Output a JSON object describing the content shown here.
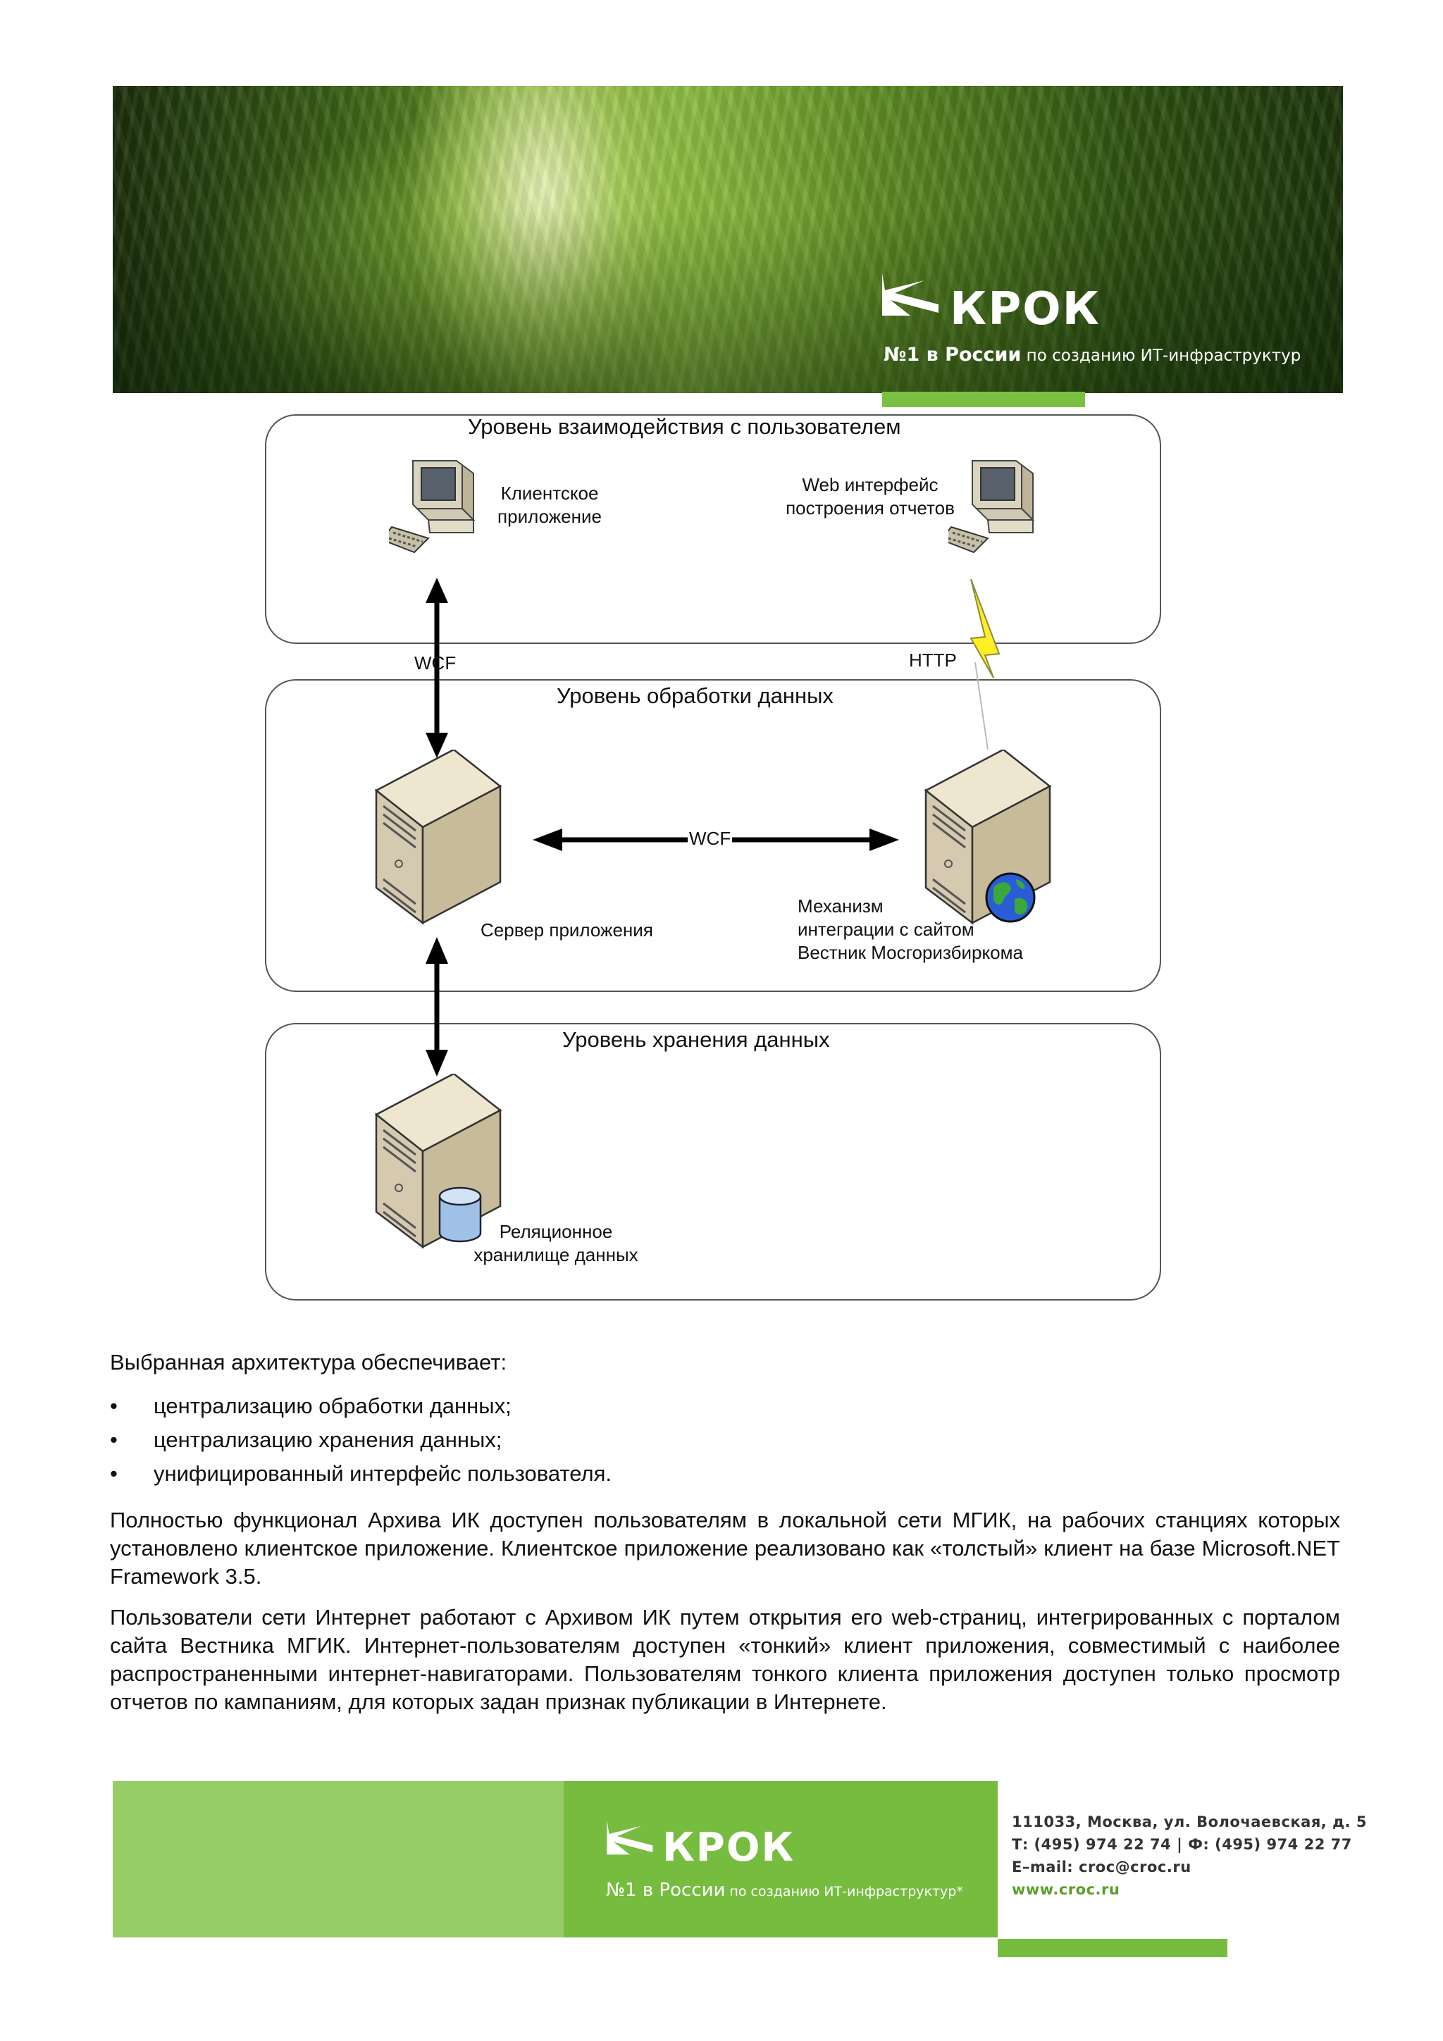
{
  "header": {
    "brand": "КРОК",
    "tagline_bold": "№1 в России",
    "tagline_rest": " по созданию ИТ-инфраструктур"
  },
  "diagram": {
    "tier_user": {
      "title": "Уровень взаимодействия с пользователем",
      "client_app": [
        "Клиентское",
        "приложение"
      ],
      "web_ui": [
        "Web интерфейс",
        "построения отчетов"
      ]
    },
    "tier_processing": {
      "title": "Уровень обработки данных",
      "app_server": "Сервер приложения",
      "integration": [
        "Механизм",
        "интеграции  с сайтом",
        "Вестник Мосгоризбиркома"
      ],
      "link": "WCF"
    },
    "tier_storage": {
      "title": "Уровень хранения данных",
      "rdb": [
        "Реляционное",
        "хранилище данных"
      ]
    },
    "links": {
      "left": "WCF",
      "right": "HTTP"
    }
  },
  "body": {
    "intro": "Выбранная архитектура обеспечивает:",
    "bullets": [
      "централизацию обработки данных;",
      "централизацию хранения данных;",
      "унифицированный интерфейс пользователя."
    ],
    "bullet_glyph": "•",
    "paragraph1": "Полностью функционал Архива ИК доступен пользователям в локальной сети МГИК, на рабочих станциях которых установлено клиентское приложение. Клиентское приложение реализовано как «толстый» клиент на базе Microsoft.NET Framework 3.5.",
    "paragraph2": "Пользователи сети Интернет работают с Архивом ИК путем открытия его web-страниц, интегрированных с порталом сайта Вестника МГИК. Интернет-пользователям доступен «тонкий» клиент приложения, совместимый с наиболее распространенными интернет-навигаторами. Пользователям тонкого клиента приложения доступен только просмотр отчетов по кампаниям, для которых задан признак публикации в Интернете."
  },
  "footer": {
    "brand": "КРОК",
    "tagline_bold": "№1 в России",
    "tagline_rest": " по созданию ИТ-инфраструктур*",
    "address": "111033, Москва, ул. Волочаевская, д. 5",
    "phones": "Т: (495) 974 22 74  |  Ф: (495) 974 22 77",
    "email": "E–mail: croc@croc.ru",
    "web": "www.croc.ru"
  },
  "colors": {
    "brand_green": "#76bc3f",
    "brand_green_light": "#96cc66",
    "http_bolt": "#ffee22"
  }
}
